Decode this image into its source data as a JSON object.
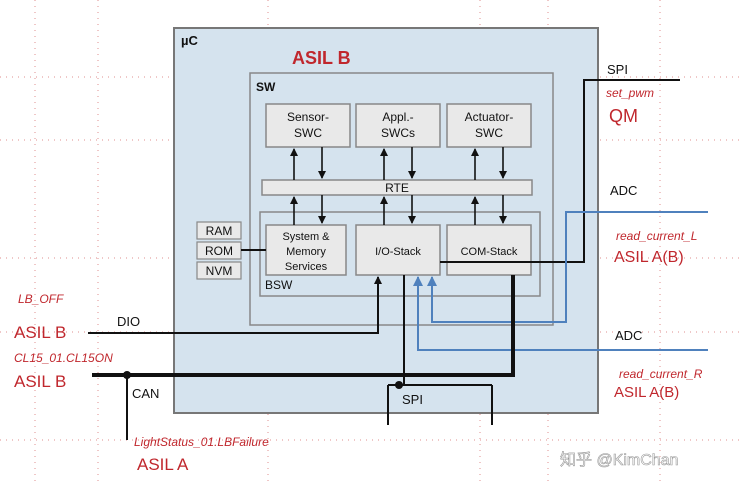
{
  "diagram": {
    "uc_label": "µC",
    "asil_main": "ASIL B",
    "sw_label": "SW",
    "bsw_label": "BSW",
    "swc": {
      "sensor": [
        "Sensor-",
        "SWC"
      ],
      "appl": [
        "Appl.-",
        "SWCs"
      ],
      "actuator": [
        "Actuator-",
        "SWC"
      ]
    },
    "rte": "RTE",
    "stacks": {
      "system": [
        "System &",
        "Memory",
        "Services"
      ],
      "io": "I/O-Stack",
      "com": "COM-Stack"
    },
    "memory": [
      "RAM",
      "ROM",
      "NVM"
    ],
    "right_signals": {
      "spi_label": "SPI",
      "set_pwm": "set_pwm",
      "qm": "QM",
      "adc1_label": "ADC",
      "read_current_l": "read_current_L",
      "asil_ab_1": "ASIL A(B)",
      "adc2_label": "ADC",
      "read_current_r": "read_current_R",
      "asil_ab_2": "ASIL A(B)"
    },
    "left_signals": {
      "lb_off": "LB_OFF",
      "asil_b_1": "ASIL  B",
      "dio_label": "DIO",
      "cl15": "CL15_01.CL15ON",
      "asil_b_2": "ASIL  B",
      "can_label": "CAN",
      "lightstatus": "LightStatus_01.LBFailure",
      "asil_a": "ASIL  A"
    },
    "bottom_spi": "SPI",
    "watermark": "知乎 @KimChan",
    "colors": {
      "uc_fill": "#d5e3ee",
      "uc_stroke": "#777777",
      "box_fill": "#e9e9e9",
      "label_red": "#c0272d",
      "signal_blue": "#4f81bd"
    }
  }
}
